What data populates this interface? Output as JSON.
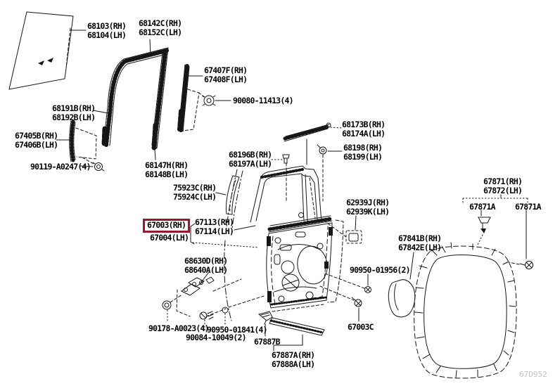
{
  "page": {
    "background": "#ffffff",
    "watermark": "67D952",
    "highlight_color": "#97182E",
    "highlighted_part": "67003(RH)"
  },
  "labels": {
    "glass": {
      "l1": "68103(RH)",
      "l2": "68104(LH)"
    },
    "run_channel": {
      "l1": "68142C(RH)",
      "l2": "68152C(LH)"
    },
    "front_molding": {
      "l1": "67407F(RH)",
      "l2": "67408F(LH)"
    },
    "bolt_90080": {
      "l1": "90080-11413(4)"
    },
    "channel_front_lower": {
      "l1": "68191B(RH)",
      "l2": "68192B(LH)"
    },
    "front_bracket": {
      "l1": "67405B(RH)",
      "l2": "67406B(LH)"
    },
    "bolt_90119": {
      "l1": "90119-A0247(4)"
    },
    "channel_rear": {
      "l1": "68147H(RH)",
      "l2": "68148B(LH)"
    },
    "clip_68196": {
      "l1": "68196B(RH)",
      "l2": "68197A(LH)"
    },
    "tape_75923": {
      "l1": "75923C(RH)",
      "l2": "75924C(LH)"
    },
    "belt_molding": {
      "l1": "68173B(RH)",
      "l2": "68174A(LH)"
    },
    "grommet_68198": {
      "l1": "68198(RH)",
      "l2": "68199(LH)"
    },
    "pad_62939": {
      "l1": "62939J(RH)",
      "l2": "62939K(LH)"
    },
    "weatherstrip": {
      "l1": "67871(RH)",
      "l2": "67872(LH)"
    },
    "ws_clip_left": {
      "l1": "67871A"
    },
    "ws_clip_right": {
      "l1": "67871A"
    },
    "frame_sub": {
      "l1": "67113(RH)",
      "l2": "67114(LH)"
    },
    "door_panel_rh": {
      "l1": "67003(RH)"
    },
    "door_panel_lh": {
      "l1": "67004(LH)"
    },
    "hinge": {
      "l1": "68630D(RH)",
      "l2": "68640A(LH)"
    },
    "hole_cover": {
      "l1": "67841B(RH)",
      "l2": "67842E(LH)"
    },
    "grommet_01956": {
      "l1": "90950-01956(2)"
    },
    "bolt_90178": {
      "l1": "90178-A0023(4)"
    },
    "grommet_01841": {
      "l1": "90950-01841(4)"
    },
    "screw_90084": {
      "l1": "90084-10049(2)"
    },
    "scuff_67887b": {
      "l1": "67887B"
    },
    "scuff_67887a": {
      "l1": "67887A(RH)",
      "l2": "67888A(LH)"
    },
    "grommet_67003c": {
      "l1": "67003C"
    }
  }
}
